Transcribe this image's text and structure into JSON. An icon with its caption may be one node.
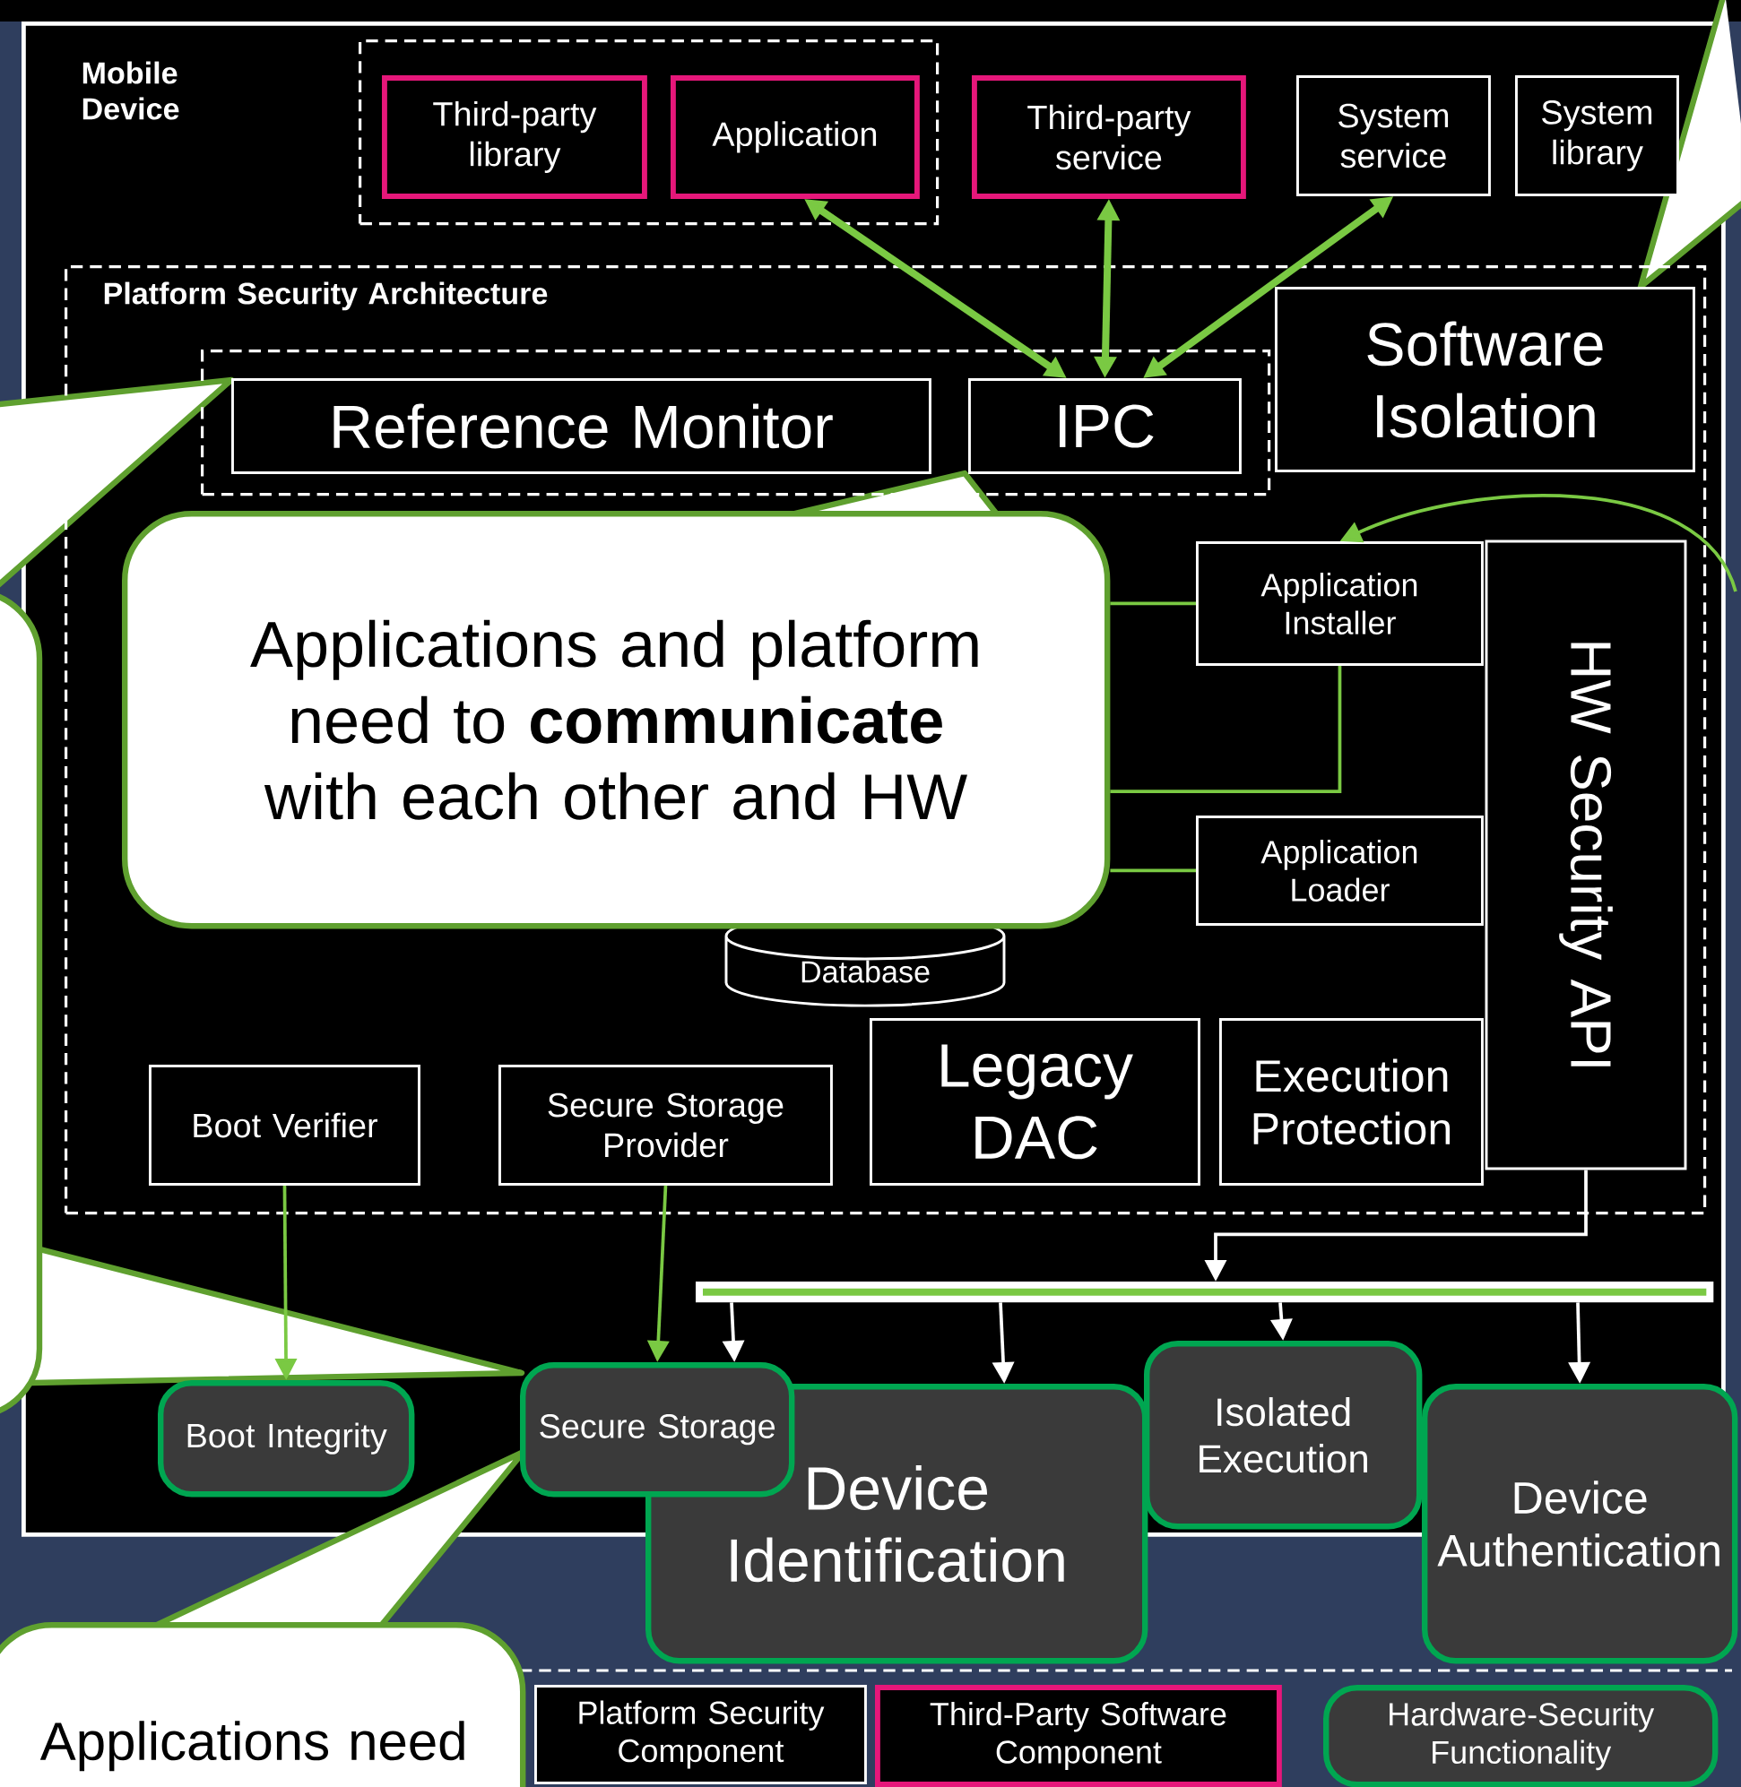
{
  "diagram": {
    "nodes": [
      {
        "text": [
          "Mobile Device"
        ]
      },
      {
        "text": [],
        "shape": "box",
        "in": 0
      },
      {
        "text": [
          "Third-party library"
        ],
        "in": 1
      },
      {
        "text": [
          "Application"
        ],
        "in": 1
      },
      {
        "text": [
          "Third-party service"
        ],
        "in": 0
      },
      {
        "text": [
          "System service"
        ],
        "in": 0
      },
      {
        "text": [
          "System library"
        ],
        "in": 0
      },
      {
        "text": [
          "Platform Security Architecture"
        ],
        "in": 0
      },
      {
        "text": [],
        "shape": "box",
        "in": 7
      },
      {
        "text": [
          "Reference Monitor"
        ],
        "in": 8
      },
      {
        "text": [
          "IPC"
        ],
        "in": 8
      },
      {
        "text": [
          "Software Isolation"
        ],
        "in": 7
      },
      {
        "text": [
          "Application Installer"
        ],
        "in": 7
      },
      {
        "text": [
          "Application Loader"
        ],
        "in": 7
      },
      {
        "text": [
          "Database"
        ],
        "in": 7
      },
      {
        "text": [
          "Legacy DAC"
        ],
        "in": 7
      },
      {
        "text": [
          "Execution Protection"
        ],
        "in": 7
      },
      {
        "text": [
          "HW Security API"
        ],
        "in": 7
      },
      {
        "text": [
          "Boot Verifier"
        ],
        "in": 7
      },
      {
        "text": [
          "Secure Storage Provider"
        ],
        "in": 7
      },
      {
        "text": [],
        "shape": "bar",
        "in": 0
      },
      {
        "text": [
          "Boot Integrity"
        ],
        "in": 0
      },
      {
        "text": [
          "Secure Storage"
        ],
        "in": 0
      },
      {
        "text": [
          "Device Identification"
        ]
      },
      {
        "text": [
          "Isolated Execution"
        ],
        "in": 0
      },
      {
        "text": [
          "Device Authentication"
        ]
      },
      {
        "text": [
          "Applications and platform need to **communicate** with each other and HW"
        ],
        "in": 7
      },
      {
        "text": [
          "Applications need"
        ]
      }
    ],
    "edges": [
      {
        "from": 3,
        "to": 10,
        "arrow": "both",
        "style": "thick"
      },
      {
        "from": 4,
        "to": 10,
        "arrow": "both",
        "style": "thick"
      },
      {
        "from": 5,
        "to": 10,
        "arrow": "both",
        "style": "thick"
      },
      {
        "from": null,
        "to": 12,
        "arrow": "to"
      },
      {
        "from": 26,
        "to": 12,
        "arrow": "none"
      },
      {
        "from": 26,
        "to": 12,
        "arrow": "none"
      },
      {
        "from": 26,
        "to": 13,
        "arrow": "none"
      },
      {
        "from": 18,
        "to": 21,
        "arrow": "to"
      },
      {
        "from": 19,
        "to": 22,
        "arrow": "to"
      },
      {
        "from": 17,
        "to": 20,
        "arrow": "to",
        "color": "#ffffff"
      },
      {
        "from": 20,
        "to": 22,
        "arrow": "to",
        "color": "#ffffff"
      },
      {
        "from": 20,
        "to": 23,
        "arrow": "to",
        "color": "#ffffff"
      },
      {
        "from": 20,
        "to": 24,
        "arrow": "to",
        "color": "#ffffff"
      },
      {
        "from": 20,
        "to": 25,
        "arrow": "to",
        "color": "#ffffff"
      }
    ],
    "legend": [
      {
        "text": "Platform Security Component"
      },
      {
        "text": "Third-Party Software Component"
      },
      {
        "text": "Hardware-Security Functionality"
      }
    ]
  }
}
